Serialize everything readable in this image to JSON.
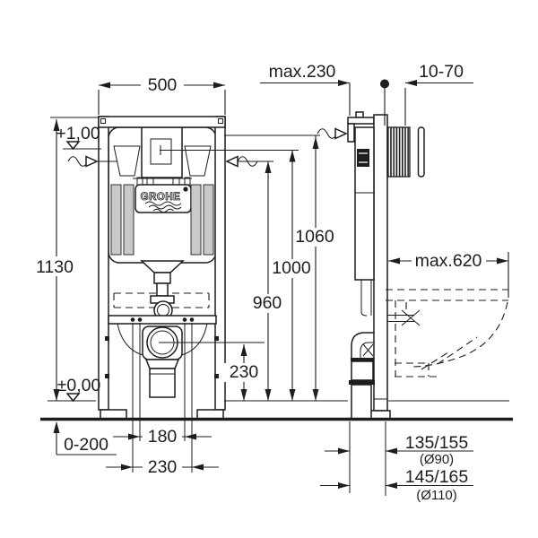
{
  "meta": {
    "background": "#ffffff",
    "line_color": "#1d1d1b"
  },
  "logo": {
    "brand": "GROHE"
  },
  "front_view": {
    "dims": {
      "width": "500",
      "height": "1130",
      "level_top": "+1,00",
      "level_zero": "±0,00",
      "height_960": "960",
      "height_1000": "1000",
      "height_1060": "1060",
      "outlet_center_height": "230",
      "foot_adjustment": "0-200",
      "fixing_spacing_inner": "180",
      "fixing_spacing_outer": "230"
    }
  },
  "side_view": {
    "dims": {
      "frame_depth": "max.230",
      "actuator_depth": "10-70",
      "bowl_projection": "max.620",
      "drain_offset_d90": "135/155",
      "drain_offset_d90_note": "(Ø90)",
      "drain_offset_d110": "145/165",
      "drain_offset_d110_note": "(Ø110)"
    }
  }
}
